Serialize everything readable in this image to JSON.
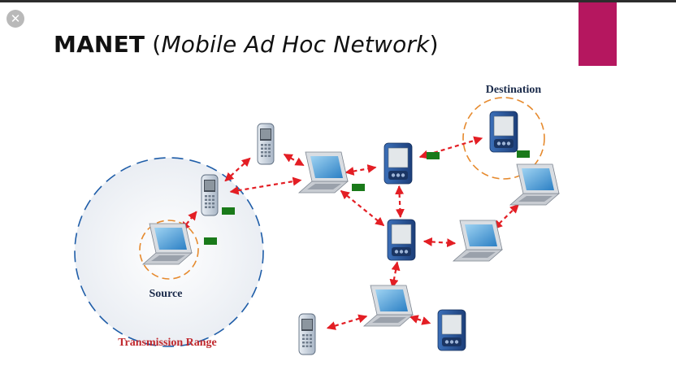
{
  "slide": {
    "title_bold": "MANET",
    "title_rest_open": " (",
    "title_italic": "Mobile Ad Hoc Network",
    "title_rest_close": ")",
    "close_glyph": "✕",
    "accent_color": "#b5175f"
  },
  "diagram": {
    "labels": {
      "destination": "Destination",
      "source": "Source",
      "transmission_range": "Transmission Range"
    },
    "colors": {
      "link": "#e31e24",
      "range_circle": "#1f5da8",
      "node_halo": "#e68a2e",
      "packet": "#1a7a1a",
      "range_label": "#c0282d",
      "text": "#1a2a4a"
    },
    "nodes": [
      {
        "id": "source-laptop",
        "kind": "laptop",
        "role": "Source"
      },
      {
        "id": "phone-a",
        "kind": "phone"
      },
      {
        "id": "phone-b",
        "kind": "phone"
      },
      {
        "id": "laptop-center",
        "kind": "laptop"
      },
      {
        "id": "pda-top",
        "kind": "pda"
      },
      {
        "id": "pda-destination",
        "kind": "pda",
        "role": "Destination"
      },
      {
        "id": "laptop-right-top",
        "kind": "laptop"
      },
      {
        "id": "pda-middle",
        "kind": "pda"
      },
      {
        "id": "laptop-right-bottom",
        "kind": "laptop"
      },
      {
        "id": "laptop-bottom",
        "kind": "laptop"
      },
      {
        "id": "phone-bottom",
        "kind": "phone"
      },
      {
        "id": "pda-bottom",
        "kind": "pda"
      }
    ],
    "links": [
      [
        "source-laptop",
        "phone-a"
      ],
      [
        "phone-a",
        "phone-b"
      ],
      [
        "phone-a",
        "laptop-center"
      ],
      [
        "phone-b",
        "laptop-center"
      ],
      [
        "laptop-center",
        "pda-top"
      ],
      [
        "laptop-center",
        "pda-middle"
      ],
      [
        "pda-top",
        "pda-destination"
      ],
      [
        "pda-top",
        "pda-middle"
      ],
      [
        "pda-middle",
        "laptop-right-bottom"
      ],
      [
        "laptop-right-bottom",
        "laptop-right-top"
      ],
      [
        "pda-middle",
        "laptop-bottom"
      ],
      [
        "laptop-bottom",
        "phone-bottom"
      ],
      [
        "laptop-bottom",
        "pda-bottom"
      ]
    ]
  }
}
